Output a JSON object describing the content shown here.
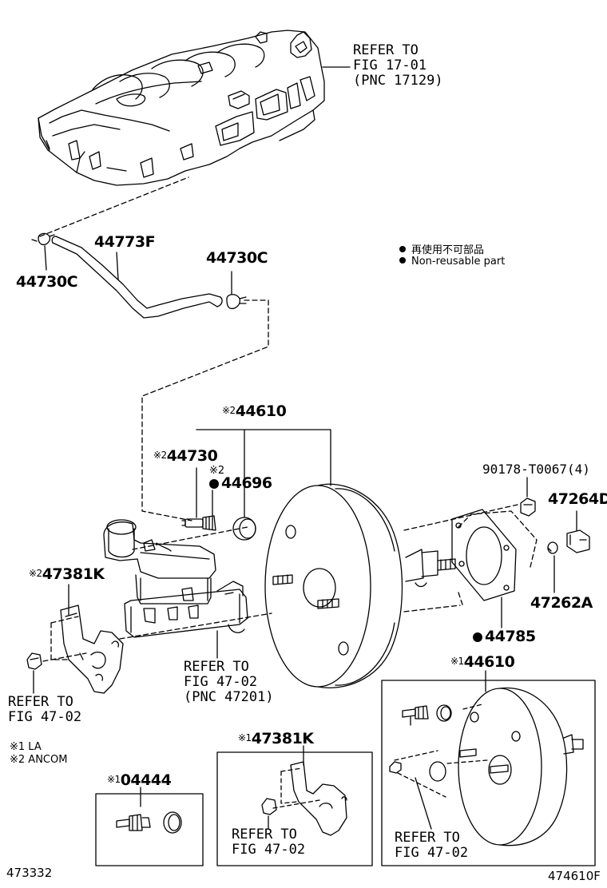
{
  "refs": {
    "intake_manifold": [
      "REFER TO",
      "FIG 17-01",
      "(PNC 17129)"
    ],
    "master_cylinder": [
      "REFER TO",
      "FIG 47-02",
      "(PNC 47201)"
    ],
    "left_bracket": [
      "REFER TO",
      "FIG 47-02"
    ],
    "bracket_box": [
      "REFER TO",
      "FIG 47-02"
    ],
    "booster_box": [
      "REFER TO",
      "FIG 47-02"
    ]
  },
  "parts": {
    "p44730C_left": "44730C",
    "p44773F": "44773F",
    "p44730C_right": "44730C",
    "p44610_a": "44610",
    "p44730": "44730",
    "p44696": "44696",
    "p90178": "90178-T0067(4)",
    "p47264D": "47264D",
    "p47381K_a": "47381K",
    "p47262A": "47262A",
    "p44785": "44785",
    "p44610_b": "44610",
    "p47381K_b": "47381K",
    "p04444": "04444"
  },
  "marks": {
    "m44610_a": "※2",
    "m44730": "※2",
    "m44696": "※2",
    "m47381K_a": "※2",
    "m44610_b": "※1",
    "m47381K_b": "※1",
    "m04444": "※1"
  },
  "legend": {
    "jp": "再使用不可部品",
    "en": "Non-reusable part"
  },
  "notes": [
    "※1 LA",
    "※2 ANCOM"
  ],
  "stamps": {
    "left": "473332",
    "right": "474610F"
  }
}
